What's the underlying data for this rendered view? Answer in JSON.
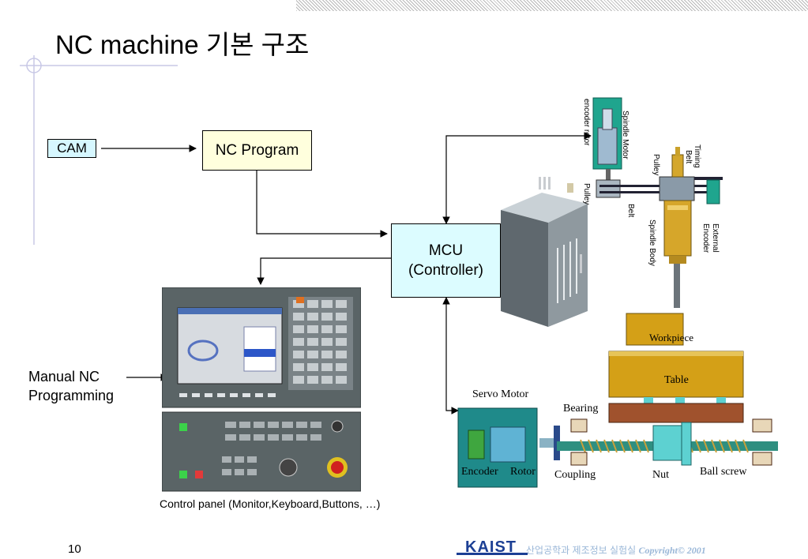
{
  "slide": {
    "title": "NC machine 기본 구조",
    "page_number": "10",
    "footer_org": "산업공학과 제조정보 실험실",
    "footer_copyright": "Copyright© 2001",
    "logo_text": "KAIST"
  },
  "nodes": {
    "cam": "CAM",
    "nc_program": "NC Program",
    "mcu_line1": "MCU",
    "mcu_line2": "(Controller)",
    "manual_line1": "Manual NC",
    "manual_line2": "Programming"
  },
  "labels": {
    "control_panel": "Control panel (Monitor,Keyboard,Buttons, …)",
    "servo_motor": "Servo Motor",
    "bearing": "Bearing",
    "coupling": "Coupling",
    "nut": "Nut",
    "ball_screw": "Ball screw",
    "encoder": "Encoder",
    "rotor": "Rotor",
    "workpiece": "Workpiece",
    "table": "Table",
    "spindle_motor": "Spindle Motor",
    "encoder_rotor": "encoder rotor",
    "pulley_left": "Pulley",
    "pulley_right": "Pulley",
    "belt": "Belt",
    "timing_belt_1": "Timing",
    "timing_belt_2": "Belt",
    "spindle_body": "Spindle Body",
    "external_encoder_1": "External",
    "external_encoder_2": "Encoder"
  },
  "colors": {
    "cam_fill": "#d6f7ff",
    "nc_program_fill": "#ffffdd",
    "mcu_fill": "#dcfcff",
    "table_fill": "#d4a017",
    "base_fill": "#a0522d",
    "servo_fill": "#1f8a8a",
    "screw_fill": "#2f8f80"
  },
  "icons": {
    "panel": "cnc-control-panel-icon",
    "cabinet": "controller-cabinet-icon",
    "spindle": "spindle-assembly-icon"
  }
}
